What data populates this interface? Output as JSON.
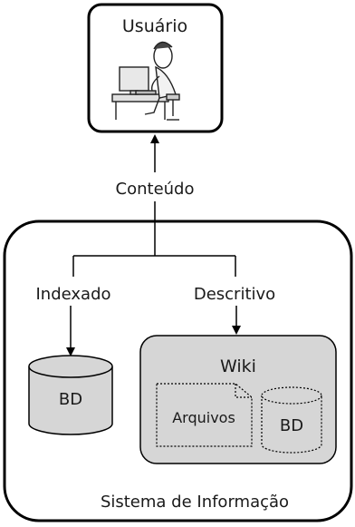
{
  "diagram": {
    "user_box": {
      "title": "Usuário",
      "illustration": "person-at-computer-icon"
    },
    "flow_label": "Conteúdo",
    "system_box": {
      "title": "Sistema de Informação",
      "left_branch": {
        "label": "Indexado",
        "database_label": "BD"
      },
      "right_branch": {
        "label": "Descritivo",
        "wiki": {
          "title": "Wiki",
          "files_label": "Arquivos",
          "database_label": "BD"
        }
      }
    }
  },
  "colors": {
    "stroke": "#000000",
    "shape_fill": "#d6d6d6",
    "background": "#ffffff"
  }
}
